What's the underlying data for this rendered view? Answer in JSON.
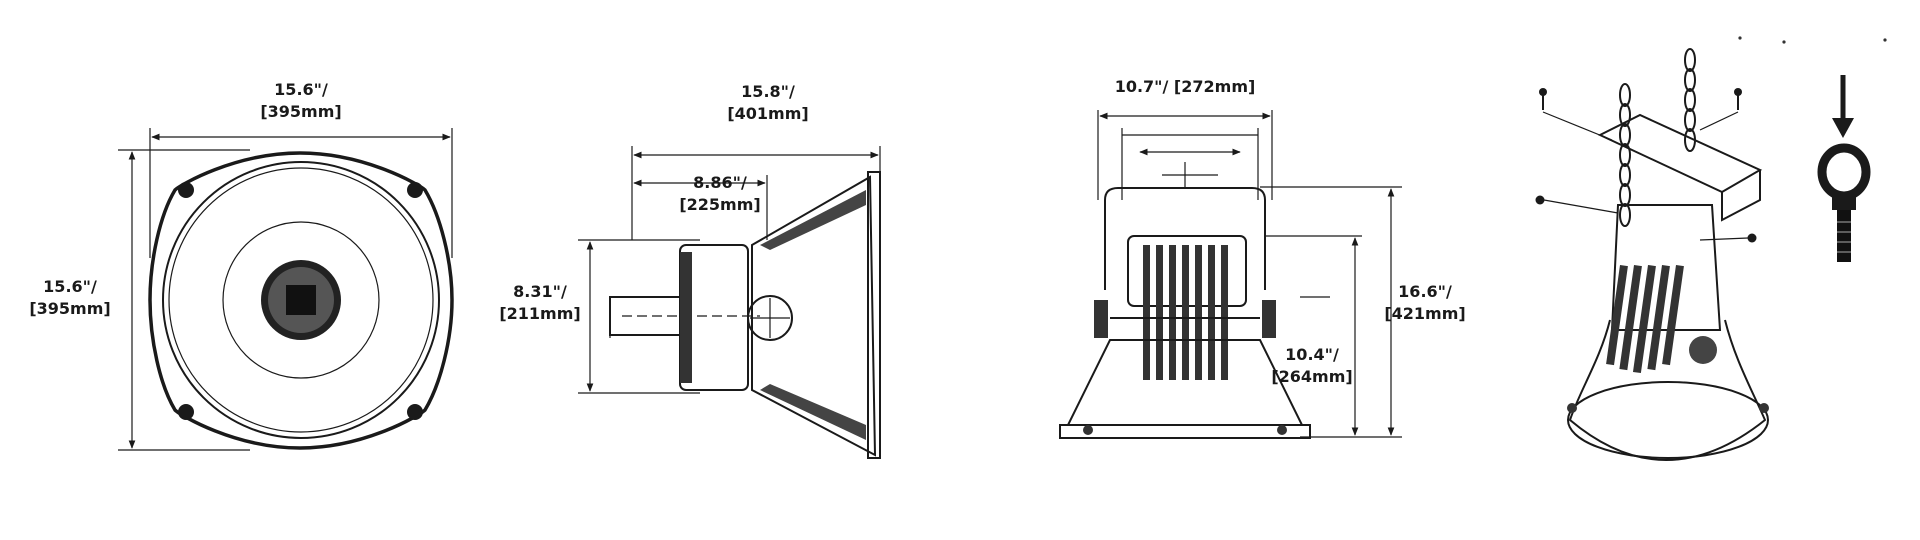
{
  "views": {
    "front": {
      "width": {
        "in": "15.6\"/",
        "mm": "[395mm]"
      },
      "height": {
        "in": "15.6\"/",
        "mm": "[395mm]"
      }
    },
    "side": {
      "depth": {
        "in": "15.8\"/",
        "mm": "[401mm]"
      },
      "driver_depth": {
        "in": "8.86\"/",
        "mm": "[225mm]"
      },
      "driver_height": {
        "in": "8.31\"/",
        "mm": "[211mm]"
      }
    },
    "rear": {
      "width": {
        "in": "10.7\"/ [272mm]"
      },
      "height": {
        "in": "16.6\"/",
        "mm": "[421mm]"
      },
      "mount_height": {
        "in": "10.4\"/",
        "mm": "[264mm]"
      }
    },
    "mounting": {
      "hardware_icon": "eyebolt-icon",
      "arrow_icon": "down-arrow-icon"
    }
  },
  "colors": {
    "line": "#1a1a1a",
    "background": "#ffffff"
  }
}
